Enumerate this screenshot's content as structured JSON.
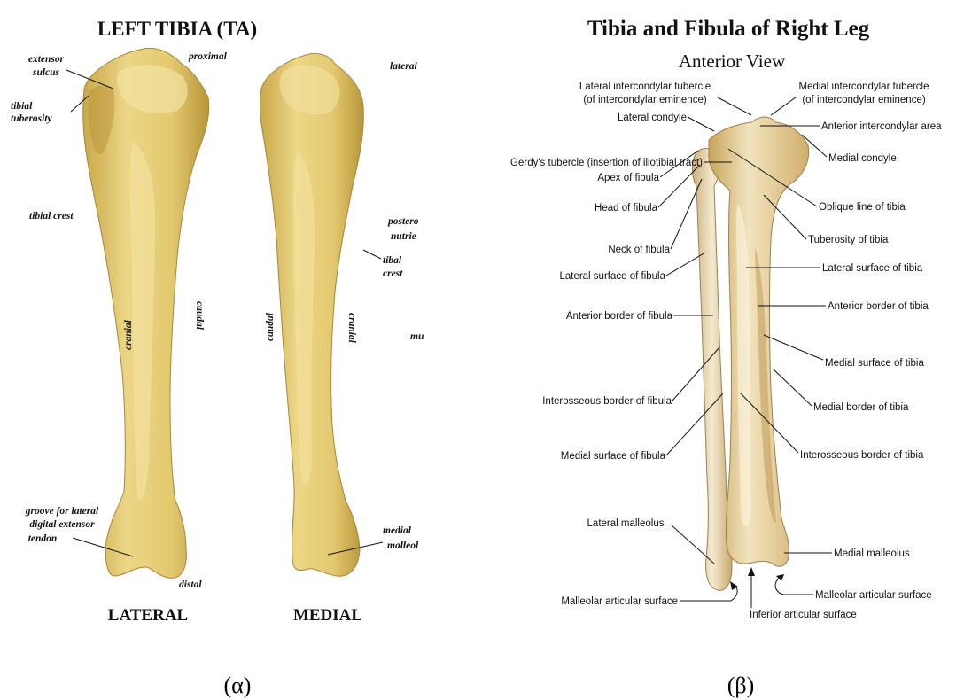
{
  "panel_a": {
    "title": "LEFT TIBIA (TA)",
    "labels": {
      "extensor_sulcus_1": "extensor",
      "extensor_sulcus_2": "sulcus",
      "tibial_tuberosity_1": "tibial",
      "tibial_tuberosity_2": "tuberosity",
      "proximal": "proximal",
      "lateral": "lateral",
      "tibial_crest_left": "tibial crest",
      "postero": "postero",
      "nutrient": "nutrie",
      "tibal_crest_1": "tibal",
      "tibal_crest_2": "crest",
      "cranial_left": "cranial",
      "caudal_left": "caudal",
      "caudal_right": "caudal",
      "cranial_right": "cranial",
      "mu": "mu",
      "groove_1": "groove for lateral",
      "groove_2": "digital extensor",
      "groove_3": "tendon",
      "distal": "distal",
      "medial_malleol_1": "medial",
      "medial_malleol_2": "malleol"
    },
    "view_lateral": "LATERAL",
    "view_medial": "MEDIAL",
    "caption": "(α)"
  },
  "panel_b": {
    "title": "Tibia and Fibula of Right Leg",
    "subtitle": "Anterior View",
    "labels": {
      "lat_ic_tub_1": "Lateral intercondylar tubercle",
      "lat_ic_tub_2": "(of intercondylar eminence)",
      "med_ic_tub_1": "Medial intercondylar tubercle",
      "med_ic_tub_2": "(of intercondylar eminence)",
      "lateral_condyle": "Lateral condyle",
      "ant_ic_area": "Anterior intercondylar area",
      "gerdy": "Gerdy's tubercle (insertion of iliotibial tract)",
      "medial_condyle": "Medial condyle",
      "apex_fibula": "Apex of fibula",
      "head_fibula": "Head of fibula",
      "oblique_line": "Oblique line of tibia",
      "tuberosity_tibia": "Tuberosity of tibia",
      "neck_fibula": "Neck of fibula",
      "lat_surf_fibula": "Lateral surface of fibula",
      "lat_surf_tibia": "Lateral surface of tibia",
      "ant_border_fibula": "Anterior border of fibula",
      "ant_border_tibia": "Anterior border of tibia",
      "med_surf_tibia": "Medial surface of tibia",
      "interosseous_fibula": "Interosseous border of fibula",
      "med_border_tibia": "Medial border of tibia",
      "med_surf_fibula": "Medial surface of fibula",
      "interosseous_tibia": "Interosseous border of tibia",
      "lateral_malleolus": "Lateral malleolus",
      "medial_malleolus": "Medial malleolus",
      "malleolar_left": "Malleolar articular surface",
      "malleolar_right": "Malleolar articular surface",
      "inferior_articular": "Inferior articular surface"
    },
    "caption": "(β)"
  },
  "colors": {
    "bone_fill": "#e9d483",
    "bone_shadow": "#c8a84c",
    "bone_light": "#f7ecc0",
    "tibia_b_fill": "#ead7ad",
    "fibula_b_fill": "#f1e5c5",
    "leader_line": "#111111"
  }
}
